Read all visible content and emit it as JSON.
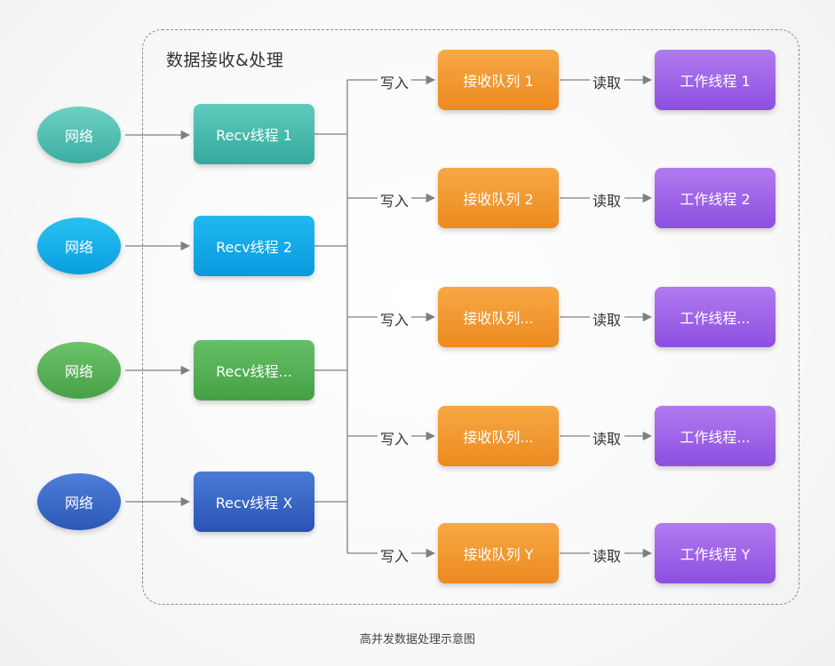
{
  "group_title": "数据接收&处理",
  "caption": "高并发数据处理示意图",
  "network_label": "网络",
  "recv_threads": [
    "Recv线程 1",
    "Recv线程 2",
    "Recv线程...",
    "Recv线程 X"
  ],
  "queues": [
    "接收队列 1",
    "接收队列 2",
    "接收队列...",
    "接收队列...",
    "接收队列 Y"
  ],
  "workers": [
    "工作线程 1",
    "工作线程 2",
    "工作线程...",
    "工作线程...",
    "工作线程 Y"
  ],
  "write_label": "写入",
  "read_label": "读取",
  "colors": {
    "network_1": "#3aaea2",
    "network_2": "#0a9ee0",
    "network_3": "#47a046",
    "network_4": "#2d57b8",
    "queue": "#f0931f",
    "worker": "#9a5ee6",
    "arrow": "#808080"
  }
}
